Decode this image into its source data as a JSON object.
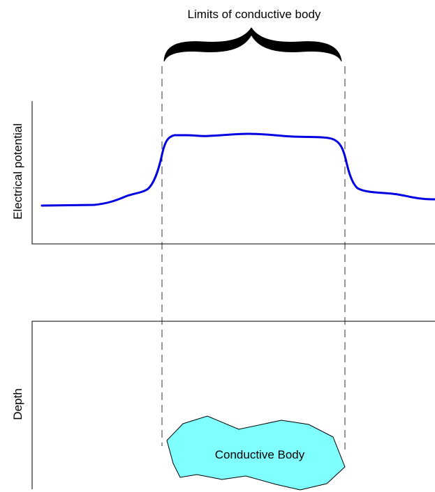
{
  "title": "Limits of conductive body",
  "top_axis_label": "Electrical potential",
  "bottom_axis_label": "Depth",
  "body_label": "Conductive Body",
  "colors": {
    "potential_curve": "#0000e0",
    "body_fill": "#80ffff",
    "line": "#000000",
    "background": "#ffffff"
  }
}
